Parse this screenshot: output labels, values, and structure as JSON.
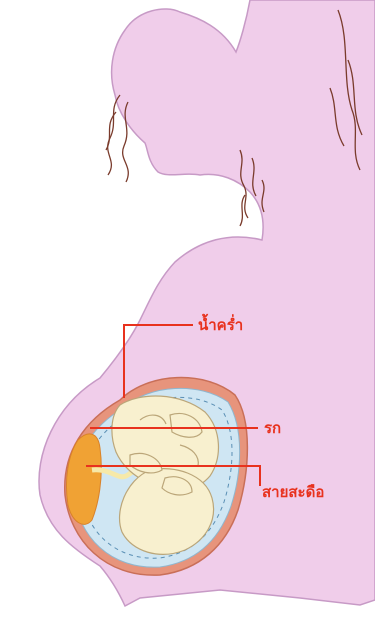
{
  "diagram": {
    "labels": {
      "amniotic_fluid": "น้ำคร่ำ",
      "placenta": "รก",
      "umbilical_cord": "สายสะดือ"
    },
    "colors": {
      "body": "#f0cdea",
      "body_outline": "#c79ac6",
      "uterus_wall": "#e7947c",
      "amniotic": "#cfe6f3",
      "placenta": "#f0a234",
      "fetus": "#f8f0cf",
      "leader": "#e8321e",
      "hair": "#7a3b2c"
    }
  }
}
